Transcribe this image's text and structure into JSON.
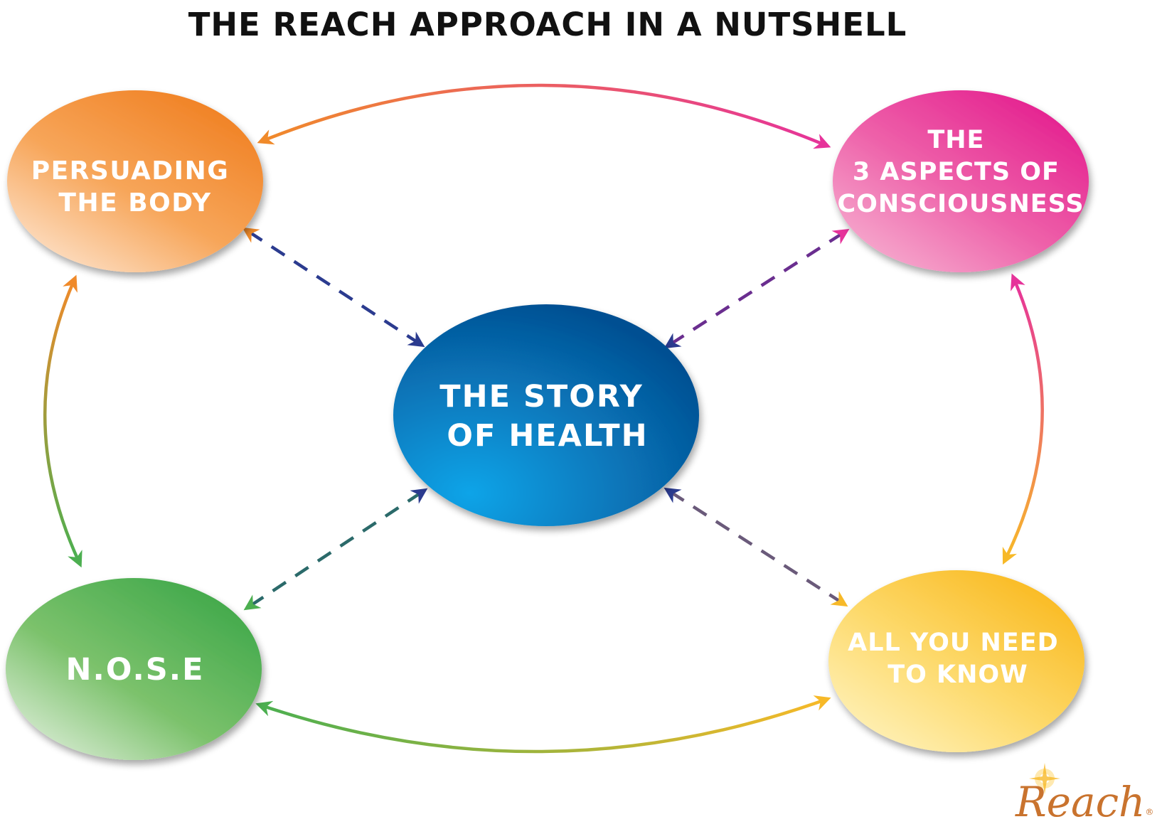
{
  "title": "THE REACH APPROACH IN A NUTSHELL",
  "nodes": {
    "center": {
      "lines": [
        "THE STORY",
        "OF HEALTH"
      ]
    },
    "top_left": {
      "lines": [
        "PERSUADING",
        "THE BODY"
      ]
    },
    "top_right": {
      "lines": [
        "THE",
        "3 ASPECTS OF",
        "CONSCIOUSNESS"
      ]
    },
    "bottom_left": {
      "lines": [
        "N.O.S.E"
      ]
    },
    "bottom_right": {
      "lines": [
        "ALL YOU NEED",
        "TO KNOW"
      ]
    }
  },
  "colors": {
    "center": "#0a6fb8",
    "top_left": "#f08a2a",
    "top_right": "#e6339a",
    "bottom_left": "#4caf50",
    "bottom_right": "#f7c23a",
    "dash_arrow": "#2b3b8f"
  },
  "logo": {
    "text": "Reach",
    "mark": "®"
  }
}
